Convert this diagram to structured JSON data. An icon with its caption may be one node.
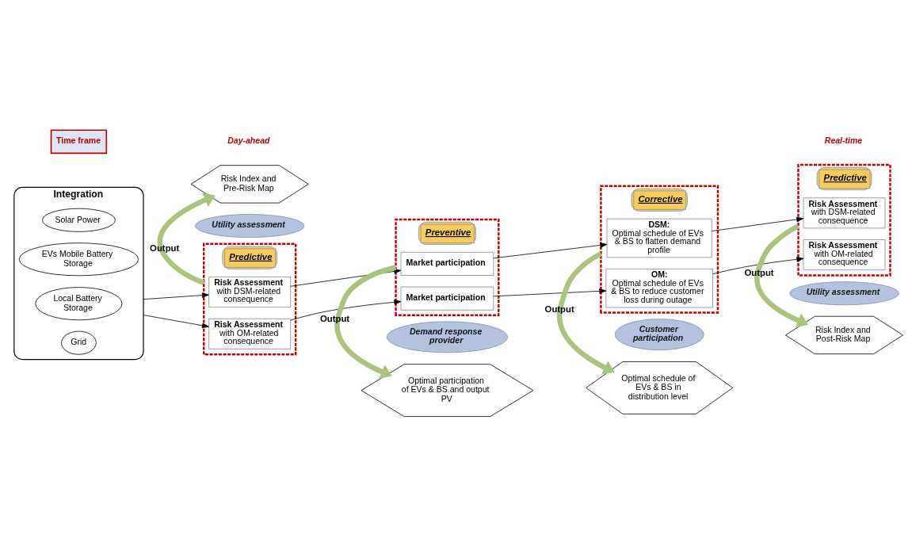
{
  "diagram": {
    "nodes": [
      {
        "text": [
          "Integration"
        ]
      },
      {
        "text": [
          "Solar Power"
        ],
        "in": 0
      },
      {
        "text": [
          "EVs Mobile Battery Storage"
        ],
        "in": 0
      },
      {
        "text": [
          "Local Battery Storage"
        ],
        "in": 0
      },
      {
        "text": [
          "Grid"
        ],
        "in": 0
      },
      {
        "text": [
          "Predictive"
        ]
      },
      {
        "text": [
          "Risk Assessment",
          "with OM-related consequence"
        ],
        "in": 5
      },
      {
        "text": [
          "Risk Assessment",
          "with DSM-related consequence"
        ],
        "in": 5
      },
      {
        "text": [
          "Preventive"
        ]
      },
      {
        "text": [
          "Market participation"
        ],
        "in": 8
      },
      {
        "text": [
          "Market participation"
        ],
        "in": 8
      },
      {
        "text": [
          "Corrective"
        ]
      },
      {
        "text": [
          "OM:",
          "Optimal schedule of EVs & BS to reduce customer loss during outage"
        ],
        "in": 11
      },
      {
        "text": [
          "DSM:",
          "Optimal schedule of EVs & BS to flatten demand profile"
        ],
        "in": 11
      },
      {
        "text": [
          "Predictive"
        ]
      },
      {
        "text": [
          "Risk Assessment",
          "with OM-related consequence"
        ],
        "in": 14
      },
      {
        "text": [
          "Risk Assessment",
          "with DSM-related consequence"
        ],
        "in": 14
      },
      {
        "text": [
          "Utility assessment"
        ]
      },
      {
        "text": [
          "Risk Index and Pre-Risk Map"
        ]
      },
      {
        "text": [
          "Demand response provider"
        ]
      },
      {
        "text": [
          "Optimal participation of EVs & BS and output PV"
        ]
      },
      {
        "text": [
          "Customer participation"
        ]
      },
      {
        "text": [
          "Optimal schedule of EVs & BS in distribution level"
        ]
      },
      {
        "text": [
          "Utility assessment"
        ]
      },
      {
        "text": [
          "Risk Index and Post-Risk Map"
        ]
      },
      {
        "text": [
          "Time frame"
        ]
      }
    ],
    "edges": [
      {
        "from": 0,
        "to": 6,
        "arrow": "to"
      },
      {
        "from": 0,
        "to": 7,
        "arrow": "to"
      },
      {
        "from": 6,
        "to": 9,
        "arrow": "to"
      },
      {
        "from": 7,
        "to": 10,
        "arrow": "to"
      },
      {
        "from": 9,
        "to": 12,
        "arrow": "to"
      },
      {
        "from": 10,
        "to": 13,
        "arrow": "to"
      },
      {
        "from": 12,
        "to": 15,
        "arrow": "to"
      },
      {
        "from": 13,
        "to": 16,
        "arrow": "to"
      },
      {
        "from": 5,
        "to": 18,
        "arrow": "to",
        "label": "Output",
        "style": "thick",
        "color": "#a9c47f"
      },
      {
        "from": 8,
        "to": 20,
        "arrow": "to",
        "label": "Output",
        "style": "thick",
        "color": "#a9c47f"
      },
      {
        "from": 11,
        "to": 22,
        "arrow": "to",
        "label": "Output",
        "style": "thick",
        "color": "#a9c47f"
      },
      {
        "from": 14,
        "to": 24,
        "arrow": "to",
        "label": "Output",
        "style": "thick",
        "color": "#a9c47f"
      }
    ],
    "labels": [
      "Day-ahead",
      "Real-time"
    ]
  }
}
